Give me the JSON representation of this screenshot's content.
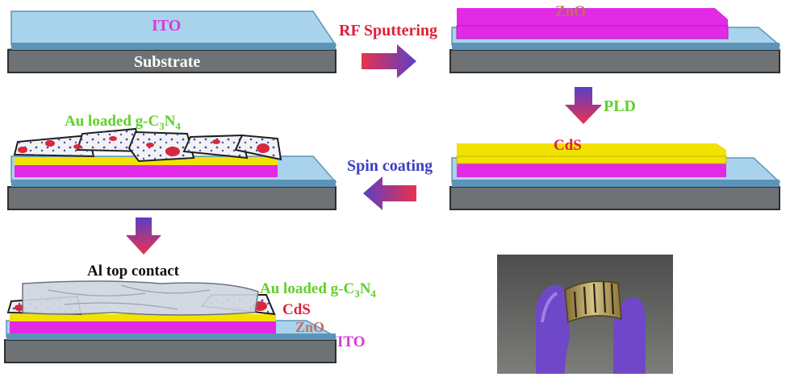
{
  "colors": {
    "ito": "#a9d3ec",
    "ito_dark": "#5e93b8",
    "substrate_top": "#8d8f92",
    "substrate_front": "#6f7275",
    "zno": "#e229e6",
    "zno_side": "#b21db4",
    "cds": "#f2e200",
    "cds_side": "#c6b400",
    "al": "#cfd6df",
    "arrow_red": "#e8324d",
    "arrow_blue": "#5b3fc6",
    "glove": "#6f48c9",
    "label_magenta": "#d63ad8",
    "label_green": "#5fd12a",
    "label_red": "#e0203a",
    "label_blue": "#3b3fbf",
    "label_zno": "#c0705e"
  },
  "labels": {
    "ito_step1": "ITO",
    "substrate": "Substrate",
    "rf_sputtering": "RF Sputtering",
    "zno_step2": "ZnO",
    "pld": "PLD",
    "cds_step3": "CdS",
    "spin_coating": "Spin coating",
    "au_step4_prefix": "Au loaded g-C",
    "au_step4_sub1": "3",
    "au_step4_mid": "N",
    "au_step4_sub2": "4",
    "al_top_contact": "Al top contact",
    "au_final_prefix": "Au loaded g-C",
    "au_final_sub1": "3",
    "au_final_mid": "N",
    "au_final_sub2": "4",
    "cds_final": "CdS",
    "zno_final": "ZnO",
    "ito_final": "ITO"
  }
}
